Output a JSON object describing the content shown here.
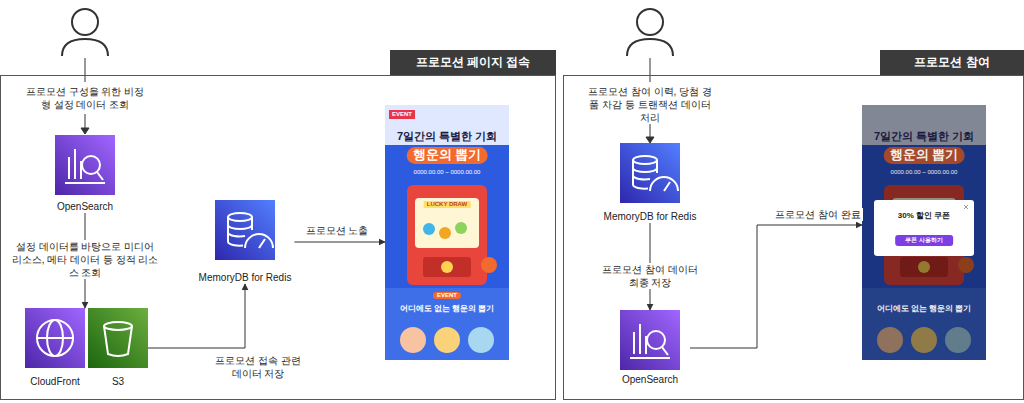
{
  "diagram": {
    "nodes": [
      {
        "text": [
          "프로모션 페이지 접속"
        ]
      },
      {
        "text": [
          "OpenSearch"
        ],
        "in": 0
      },
      {
        "text": [
          "CloudFront"
        ],
        "in": 0
      },
      {
        "text": [
          "S3"
        ],
        "in": 0
      },
      {
        "text": [
          "MemoryDB for Redis"
        ],
        "in": 0
      },
      {
        "text": [
          "EVENT",
          "7일간의 특별한 기회",
          "행운의 뽑기",
          "0000.00.00 ~ 0000.00.00",
          "LUCKY DRAW",
          "EVENT",
          "어디에도 없는 행운의 뽑기"
        ],
        "in": 0
      },
      {
        "text": [
          "프로모션 참여"
        ]
      },
      {
        "text": [
          "MemoryDB for Redis"
        ],
        "in": 6
      },
      {
        "text": [
          "OpenSearch"
        ],
        "in": 6
      },
      {
        "text": [
          "7일간의 특별한 기회",
          "행운의 뽑기",
          "0000.00.00 ~ 0000.00.00",
          "30% 할인 쿠폰",
          "쿠폰 사용하기",
          "어디에도 없는 행운의 뽑기"
        ],
        "in": 6
      }
    ],
    "edges": [
      {
        "from": 1,
        "to": 2,
        "label": "설정 데이터를 바탕으로 미디어 리소스, 메타 데이터 등 정적 리소스 조회",
        "arrow": "to"
      },
      {
        "from": 3,
        "to": 4,
        "label": "프로모션 접속 관련 데이터 저장",
        "arrow": "to"
      },
      {
        "from": 4,
        "to": 5,
        "label": "프로모션 노출",
        "arrow": "to"
      },
      {
        "from": 7,
        "to": 8,
        "label": "프로모션 참여 데이터 최종 저장",
        "arrow": "to"
      },
      {
        "from": 8,
        "to": 9,
        "label": "프로모션 참여 완료",
        "arrow": "to"
      }
    ],
    "labels": [
      "프로모션 구성을 위한 비정형 설정 데이터 조회",
      "프로모션 참여 이력, 당첨 경품 차감 등 트랜잭션 데이터 처리"
    ]
  }
}
